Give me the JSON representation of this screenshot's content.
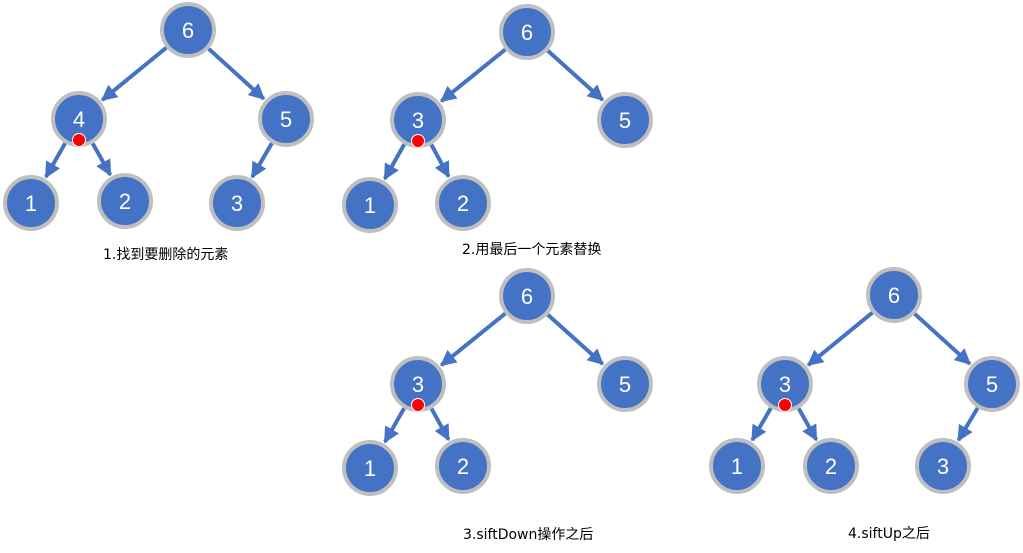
{
  "colors": {
    "node_fill": "#4472C4",
    "node_stroke": "#BFBFBF",
    "edge": "#4472C4",
    "marker": "#FF0000",
    "text": "#FFFFFF"
  },
  "panels": [
    {
      "id": "panel-1",
      "caption": "1.找到要删除的元素",
      "nodes": [
        {
          "id": "a",
          "label": "6"
        },
        {
          "id": "b",
          "label": "4",
          "marked": true
        },
        {
          "id": "c",
          "label": "5"
        },
        {
          "id": "d",
          "label": "1"
        },
        {
          "id": "e",
          "label": "2"
        },
        {
          "id": "f",
          "label": "3"
        }
      ],
      "edges": [
        [
          "a",
          "b"
        ],
        [
          "a",
          "c"
        ],
        [
          "b",
          "d"
        ],
        [
          "b",
          "e"
        ],
        [
          "c",
          "f"
        ]
      ]
    },
    {
      "id": "panel-2",
      "caption": "2.用最后一个元素替换",
      "nodes": [
        {
          "id": "a",
          "label": "6"
        },
        {
          "id": "b",
          "label": "3",
          "marked": true
        },
        {
          "id": "c",
          "label": "5"
        },
        {
          "id": "d",
          "label": "1"
        },
        {
          "id": "e",
          "label": "2"
        }
      ],
      "edges": [
        [
          "a",
          "b"
        ],
        [
          "a",
          "c"
        ],
        [
          "b",
          "d"
        ],
        [
          "b",
          "e"
        ]
      ]
    },
    {
      "id": "panel-3",
      "caption": "3.siftDown操作之后",
      "nodes": [
        {
          "id": "a",
          "label": "6"
        },
        {
          "id": "b",
          "label": "3",
          "marked": true
        },
        {
          "id": "c",
          "label": "5"
        },
        {
          "id": "d",
          "label": "1"
        },
        {
          "id": "e",
          "label": "2"
        }
      ],
      "edges": [
        [
          "a",
          "b"
        ],
        [
          "a",
          "c"
        ],
        [
          "b",
          "d"
        ],
        [
          "b",
          "e"
        ]
      ]
    },
    {
      "id": "panel-4",
      "caption": "4.siftUp之后",
      "nodes": [
        {
          "id": "a",
          "label": "6"
        },
        {
          "id": "b",
          "label": "3",
          "marked": true
        },
        {
          "id": "c",
          "label": "5"
        },
        {
          "id": "d",
          "label": "1"
        },
        {
          "id": "e",
          "label": "2"
        },
        {
          "id": "f",
          "label": "3"
        }
      ],
      "edges": [
        [
          "a",
          "b"
        ],
        [
          "a",
          "c"
        ],
        [
          "b",
          "d"
        ],
        [
          "b",
          "e"
        ],
        [
          "c",
          "f"
        ]
      ]
    }
  ]
}
